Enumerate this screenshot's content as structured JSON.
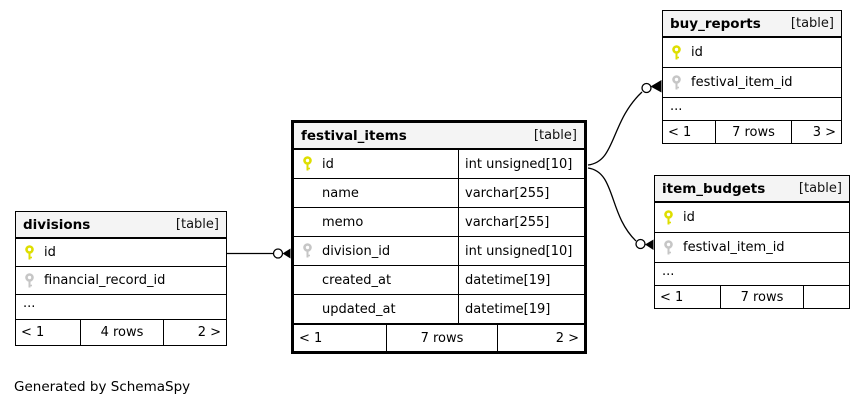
{
  "diagram": {
    "caption": "Generated by SchemaSpy"
  },
  "colors": {
    "primary_key_icon": "#dede00",
    "foreign_key_icon": "#c6c6c6",
    "table_header_bg": "#f4f4f4",
    "border": "#000000",
    "background": "#ffffff"
  },
  "tables": {
    "divisions": {
      "name": "divisions",
      "tag": "[table]",
      "columns": [
        {
          "name": "id",
          "key": "primary"
        },
        {
          "name": "financial_record_id",
          "key": "foreign"
        }
      ],
      "ellipsis": "...",
      "footer": {
        "left": "< 1",
        "center": "4 rows",
        "right": "2 >"
      }
    },
    "festival_items": {
      "name": "festival_items",
      "tag": "[table]",
      "columns": [
        {
          "name": "id",
          "type": "int unsigned[10]",
          "key": "primary"
        },
        {
          "name": "name",
          "type": "varchar[255]"
        },
        {
          "name": "memo",
          "type": "varchar[255]"
        },
        {
          "name": "division_id",
          "type": "int unsigned[10]",
          "key": "foreign"
        },
        {
          "name": "created_at",
          "type": "datetime[19]"
        },
        {
          "name": "updated_at",
          "type": "datetime[19]"
        }
      ],
      "footer": {
        "left": "< 1",
        "center": "7 rows",
        "right": "2 >"
      }
    },
    "buy_reports": {
      "name": "buy_reports",
      "tag": "[table]",
      "columns": [
        {
          "name": "id",
          "key": "primary"
        },
        {
          "name": "festival_item_id",
          "key": "foreign"
        }
      ],
      "ellipsis": "...",
      "footer": {
        "left": "< 1",
        "center": "7 rows",
        "right": "3 >"
      }
    },
    "item_budgets": {
      "name": "item_budgets",
      "tag": "[table]",
      "columns": [
        {
          "name": "id",
          "key": "primary"
        },
        {
          "name": "festival_item_id",
          "key": "foreign"
        }
      ],
      "ellipsis": "...",
      "footer": {
        "left": "< 1",
        "center": "7 rows",
        "right": ""
      }
    }
  },
  "relationships": [
    {
      "table": "festival_items",
      "column": "division_id",
      "references": "divisions.id"
    },
    {
      "table": "buy_reports",
      "column": "festival_item_id",
      "references": "festival_items.id"
    },
    {
      "table": "item_budgets",
      "column": "festival_item_id",
      "references": "festival_items.id"
    }
  ]
}
